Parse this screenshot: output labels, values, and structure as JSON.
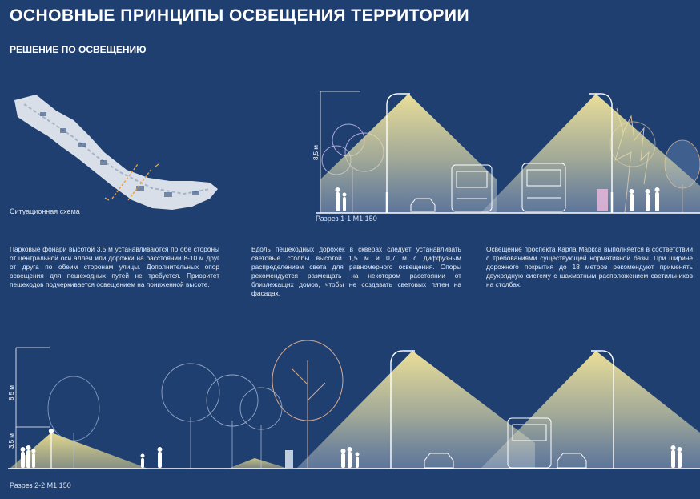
{
  "header": {
    "title": "ОСНОВНЫЕ ПРИНЦИПЫ ОСВЕЩЕНИЯ ТЕРРИТОРИИ",
    "subtitle": "РЕШЕНИЕ ПО ОСВЕЩЕНИЮ"
  },
  "map": {
    "caption": "Ситуационная схема"
  },
  "section_1_1": {
    "caption": "Разрез 1-1 М1:150",
    "height_label": "8,5 м"
  },
  "section_2_2": {
    "caption": "Разрез 2-2 М1:150",
    "height_label_high": "8,5 м",
    "height_label_low": "3,5 м"
  },
  "texts": {
    "left": "Парковые фонари высотой 3,5 м устанавливаются по обе стороны от центральной оси аллеи или дорожки на расстоянии 8-10 м друг от друга по обеим сторонам улицы. Дополнительных опор освещения для пешеходных путей не требуется. Приоритет пешеходов подчеркивается освещением на пониженной высоте.",
    "middle": "Вдоль пешеходных дорожек в скверах следует устанавливать световые столбы высотой 1,5 м и 0,7 м с диффузным распределением света для равномерного освещения. Опоры рекомендуется размещать на некотором расстоянии от близлежащих домов, чтобы не создавать световых пятен на фасадах.",
    "right": "Освещение проспекта Карла Маркса выполняется в соответствии с требованиями существующей нормативной базы. При ширине дорожного покрытия до 18 метров рекомендуют применять двухрядную систему с шахматным расположением светильников на столбах."
  },
  "colors": {
    "background": "#1f3f70",
    "light": "#f3e7a0",
    "outline": "#e8eef8"
  }
}
